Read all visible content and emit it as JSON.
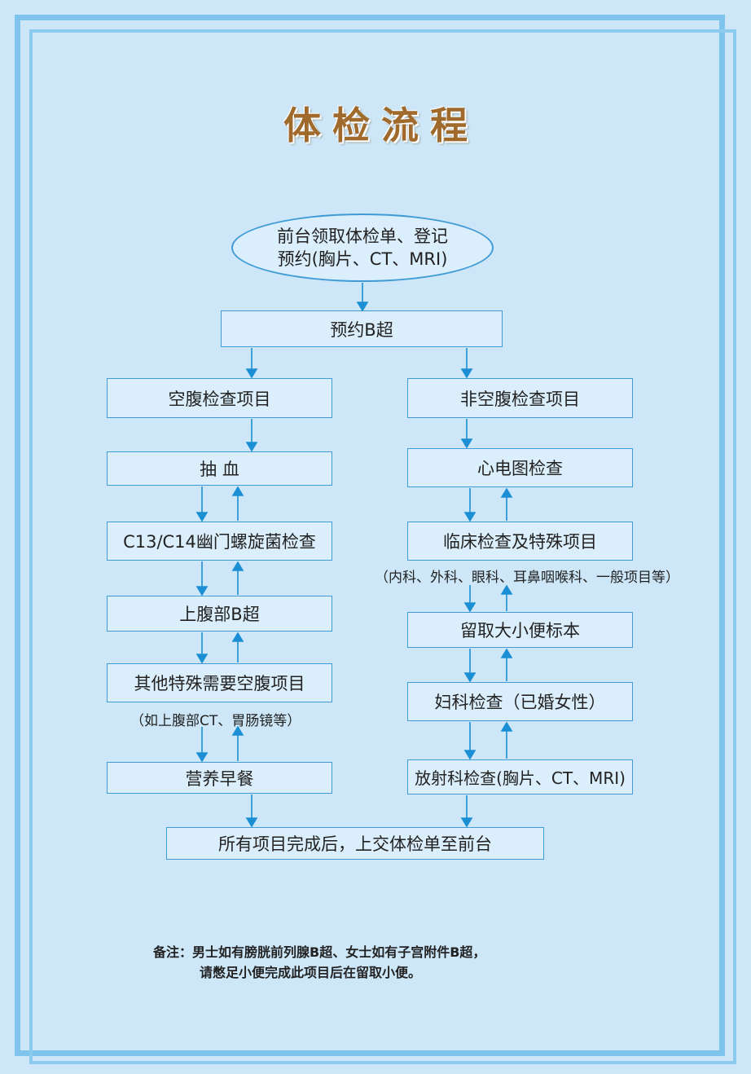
{
  "title": "体检流程",
  "start": {
    "line1": "前台领取体检单、登记",
    "line2": "预约(胸片、CT、MRI)"
  },
  "book_ultrasound": "预约B超",
  "left_column": {
    "header": "空腹检查项目",
    "steps": [
      "抽  血",
      "C13/C14幽门螺旋菌检查",
      "上腹部B超",
      "其他特殊需要空腹项目",
      "营养早餐"
    ],
    "note": "（如上腹部CT、胃肠镜等）"
  },
  "right_column": {
    "header": "非空腹检查项目",
    "steps": [
      "心电图检查",
      "临床检查及特殊项目",
      "留取大小便标本",
      "妇科检查（已婚女性）",
      "放射科检查(胸片、CT、MRI)"
    ],
    "note": "（内科、外科、眼科、耳鼻咽喉科、一般项目等）"
  },
  "finish": "所有项目完成后，上交体检单至前台",
  "remark": {
    "line1": "备注：男士如有膀胱前列腺B超、女士如有子宫附件B超，",
    "line2": "请憋足小便完成此项目后在留取小便。"
  },
  "colors": {
    "background": "#cde7f8",
    "box_fill": "#dbeefb",
    "border": "#3f9bd6",
    "arrow": "#1c8fd4",
    "title": "#a06a2c"
  }
}
